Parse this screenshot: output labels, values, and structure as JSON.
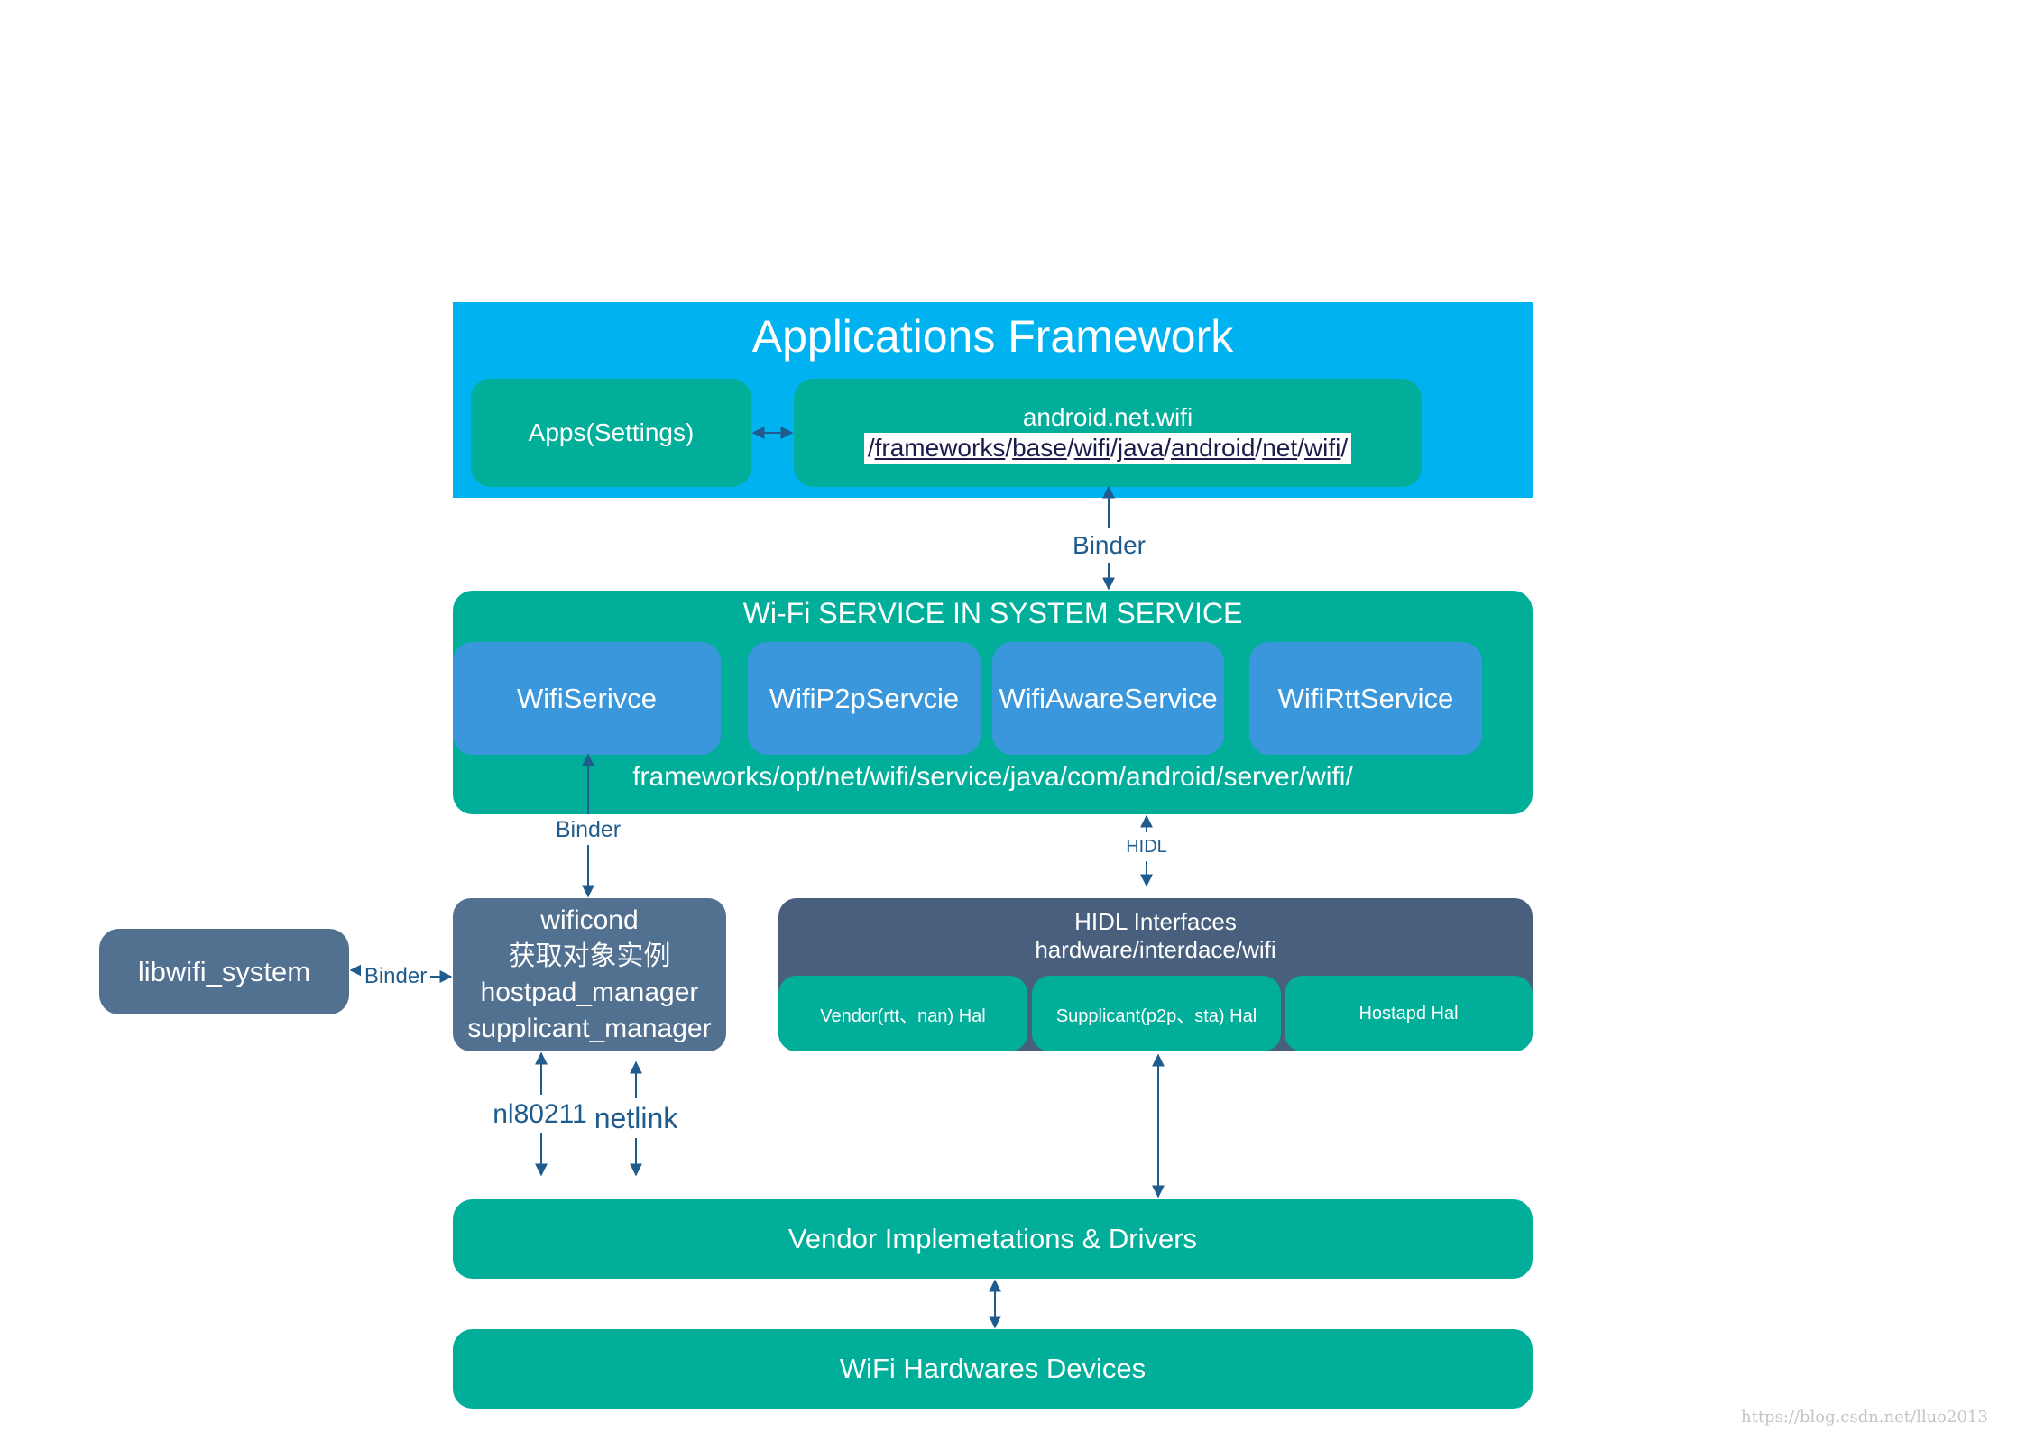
{
  "app_framework": {
    "title": "Applications Framework",
    "apps_settings": "Apps(Settings)",
    "android_net_wifi": "android.net.wifi",
    "source_path": [
      "frameworks",
      "base",
      "wifi",
      "java",
      "android",
      "net",
      "wifi"
    ]
  },
  "wifi_service": {
    "title": "Wi-Fi SERVICE IN SYSTEM  SERVICE",
    "services": [
      "WifiSerivce",
      "WifiP2pServcie",
      "WifiAwareService",
      "WifiRttService"
    ],
    "path": "frameworks/opt/net/wifi/service/java/com/android/server/wifi/"
  },
  "wificond": {
    "lines": [
      "wificond",
      "获取对象实例",
      "hostpad_manager",
      "supplicant_manager"
    ]
  },
  "libwifi_system": "libwifi_system",
  "hidl": {
    "title": "HIDL Interfaces",
    "path": "hardware/interdace/wifi",
    "hals": [
      "Vendor(rtt、nan) Hal",
      "Supplicant(p2p、sta) Hal",
      "Hostapd Hal"
    ]
  },
  "vendor_impl": "Vendor Implemetations & Drivers",
  "hardware_devices": "WiFi Hardwares Devices",
  "connectors": {
    "binder_top": "Binder",
    "binder_mid": "Binder",
    "hidl": "HIDL",
    "binder_left": "Binder",
    "nl80211": "nl80211",
    "netlink": "netlink"
  },
  "watermark": "https://blog.csdn.net/lluo2013",
  "colors": {
    "app_frame": "#00b2ef",
    "teal": "#00ae9a",
    "service_blue": "#3a97dc",
    "wificond_slate": "#52708f",
    "hidl_navy": "#48607e",
    "connector": "#1f5c8d"
  }
}
